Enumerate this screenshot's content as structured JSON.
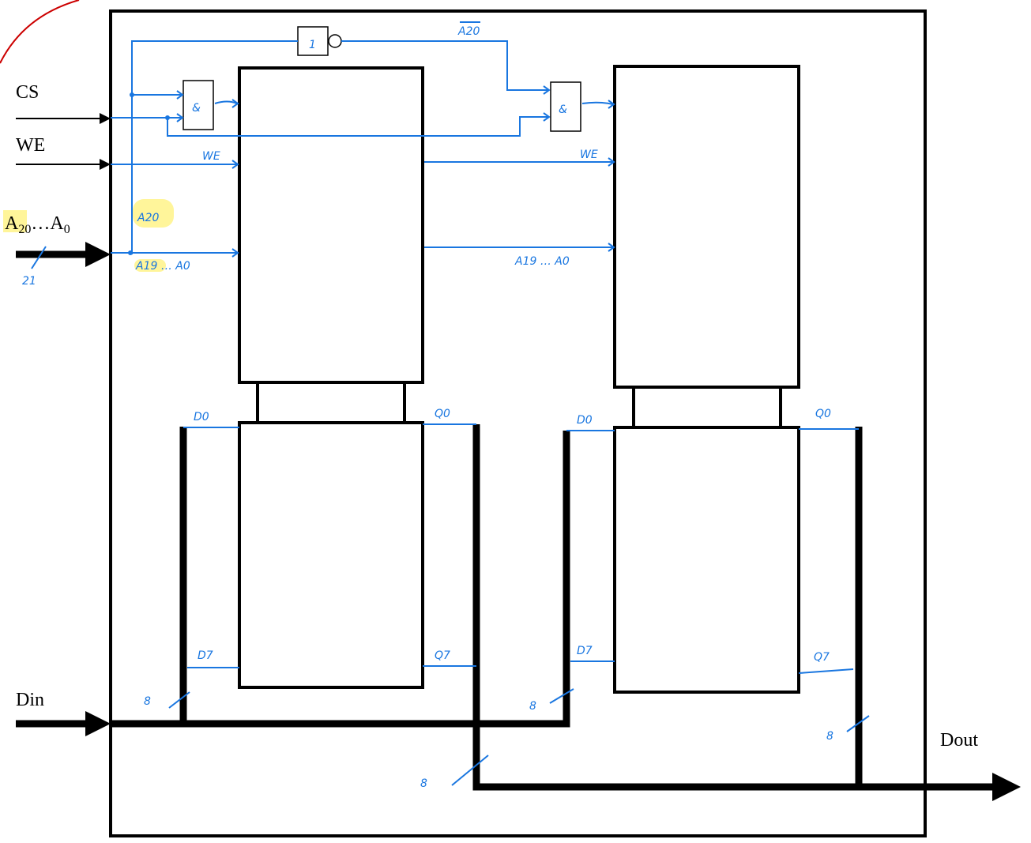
{
  "diagram": {
    "inputs": {
      "cs": "CS",
      "we": "WE",
      "addr_base": "A",
      "addr_sub_hi": "20",
      "addr_mid": "…A",
      "addr_sub_lo": "0",
      "din": "Din"
    },
    "output": {
      "dout": "Dout"
    },
    "gates": {
      "not_gate": "1",
      "and_gate_left": "&",
      "and_gate_right": "&"
    },
    "annotations": {
      "a20_bar": "A20",
      "a20": "A20",
      "we_left": "WE",
      "we_right": "WE",
      "addr_left": "A19 … A0",
      "addr_right": "A19 … A0",
      "addr_width": "21",
      "d0_left": "D0",
      "q0_left": "Q0",
      "d7_left": "D7",
      "q7_left": "Q7",
      "d0_right": "D0",
      "q0_right": "Q0",
      "d7_right": "D7",
      "q7_right": "Q7",
      "din_width_left": "8",
      "din_width_right": "8",
      "dout_width_left": "8",
      "dout_width_right": "8"
    },
    "colors": {
      "annotation": "#1976e0",
      "highlight": "#fff59a",
      "border_accent": "#cc0000"
    }
  }
}
